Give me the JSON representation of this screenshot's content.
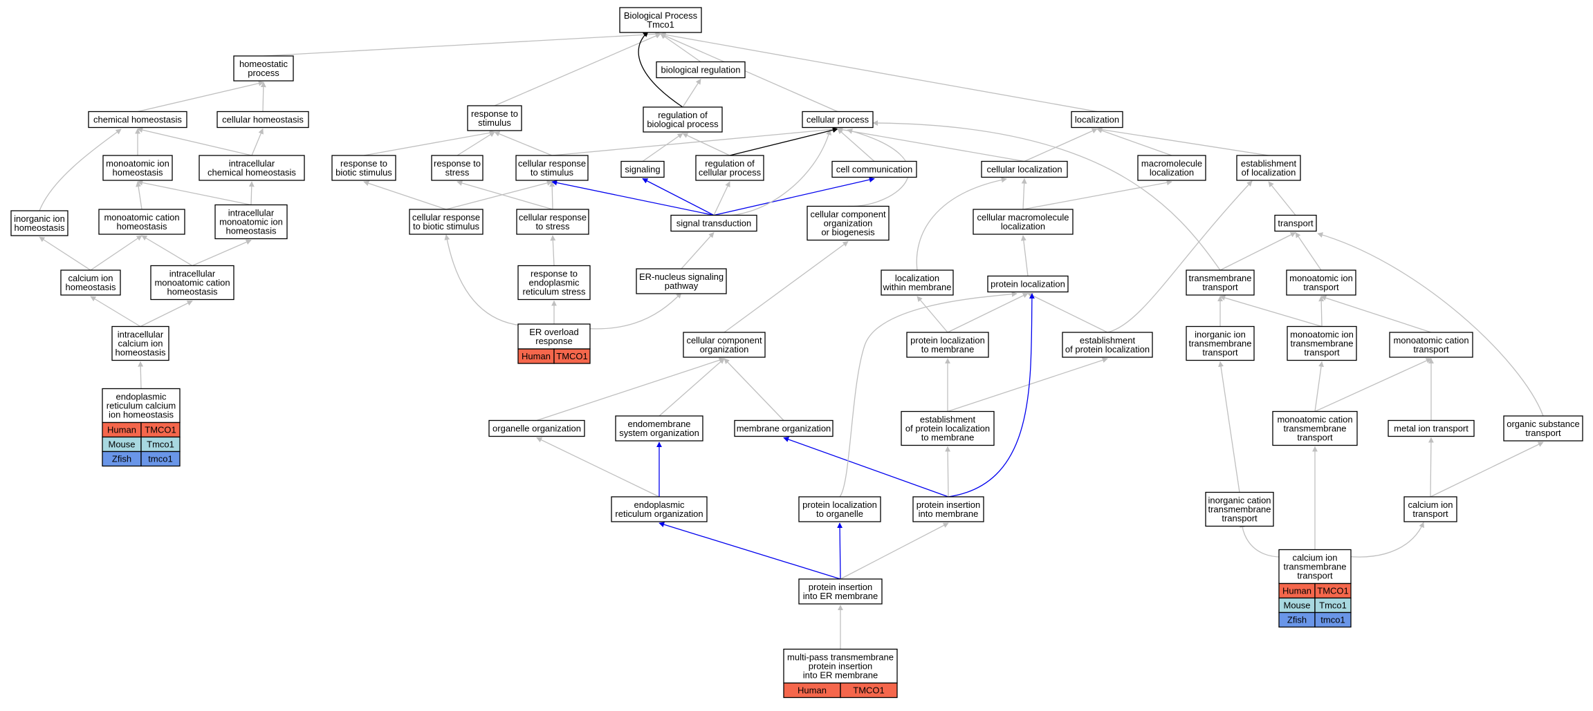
{
  "colors": {
    "edge_default": "#bfbfbf",
    "edge_black": "#000000",
    "edge_blue": "#0000ee",
    "human": "#f5674c",
    "mouse": "#a8d8e0",
    "zfish": "#6a96e8"
  },
  "nodes": {
    "bp": [
      "Biological Process",
      "Tmco1"
    ],
    "homeo": [
      "homeostatic",
      "process"
    ],
    "bioreg": [
      "biological regulation"
    ],
    "resp_stim": [
      "response to",
      "stimulus"
    ],
    "reg_bio": [
      "regulation of",
      "biological process"
    ],
    "cell_proc": [
      "cellular process"
    ],
    "localization": [
      "localization"
    ],
    "chem_homeo": [
      "chemical homeostasis"
    ],
    "cell_homeo": [
      "cellular homeostasis"
    ],
    "mono_ion_homeo": [
      "monoatomic ion",
      "homeostasis"
    ],
    "intra_chem_homeo": [
      "intracellular",
      "chemical homeostasis"
    ],
    "resp_biotic": [
      "response to",
      "biotic stimulus"
    ],
    "resp_stress": [
      "response to",
      "stress"
    ],
    "cell_resp_stim": [
      "cellular response",
      "to stimulus"
    ],
    "signaling": [
      "signaling"
    ],
    "reg_cell_proc": [
      "regulation of",
      "cellular process"
    ],
    "cell_comm": [
      "cell communication"
    ],
    "cell_loc": [
      "cellular localization"
    ],
    "macro_loc": [
      "macromolecule",
      "localization"
    ],
    "estab_loc": [
      "establishment",
      "of localization"
    ],
    "inorg_ion_homeo": [
      "inorganic ion",
      "homeostasis"
    ],
    "mono_cat_homeo": [
      "monoatomic cation",
      "homeostasis"
    ],
    "intra_mono_ion_homeo": [
      "intracellular",
      "monoatomic ion",
      "homeostasis"
    ],
    "cell_resp_biotic": [
      "cellular response",
      "to biotic stimulus"
    ],
    "cell_resp_stress": [
      "cellular response",
      "to stress"
    ],
    "sig_trans": [
      "signal transduction"
    ],
    "ccob": [
      "cellular component",
      "organization",
      "or biogenesis"
    ],
    "cell_macro_loc": [
      "cellular macromolecule",
      "localization"
    ],
    "transport": [
      "transport"
    ],
    "ca_ion_homeo": [
      "calcium ion",
      "homeostasis"
    ],
    "intra_mono_cat_homeo": [
      "intracellular",
      "monoatomic cation",
      "homeostasis"
    ],
    "resp_er_stress": [
      "response to",
      "endoplasmic",
      "reticulum stress"
    ],
    "er_nuc": [
      "ER-nucleus signaling",
      "pathway"
    ],
    "loc_within_mem": [
      "localization",
      "within membrane"
    ],
    "prot_loc": [
      "protein localization"
    ],
    "tm_transport": [
      "transmembrane",
      "transport"
    ],
    "mono_ion_transport": [
      "monoatomic ion",
      "transport"
    ],
    "intra_ca_homeo": [
      "intracellular",
      "calcium ion",
      "homeostasis"
    ],
    "cco": [
      "cellular component",
      "organization"
    ],
    "prot_loc_mem": [
      "protein localization",
      "to membrane"
    ],
    "estab_prot_loc": [
      "establishment",
      "of protein localization"
    ],
    "inorg_ion_tm": [
      "inorganic ion",
      "transmembrane",
      "transport"
    ],
    "mono_ion_tm": [
      "monoatomic ion",
      "transmembrane",
      "transport"
    ],
    "mono_cat_transport": [
      "monoatomic cation",
      "transport"
    ],
    "organelle_org": [
      "organelle organization"
    ],
    "endomem_org": [
      "endomembrane",
      "system organization"
    ],
    "mem_org": [
      "membrane organization"
    ],
    "estab_prot_loc_mem": [
      "establishment",
      "of protein localization",
      "to membrane"
    ],
    "mono_cat_tm": [
      "monoatomic cation",
      "transmembrane",
      "transport"
    ],
    "metal_ion_transport": [
      "metal ion transport"
    ],
    "org_sub_transport": [
      "organic substance",
      "transport"
    ],
    "er_org": [
      "endoplasmic",
      "reticulum organization"
    ],
    "prot_loc_organelle": [
      "protein localization",
      "to organelle"
    ],
    "prot_ins_mem": [
      "protein insertion",
      "into membrane"
    ],
    "inorg_cat_tm": [
      "inorganic cation",
      "transmembrane",
      "transport"
    ],
    "ca_ion_transport": [
      "calcium ion",
      "transport"
    ],
    "prot_ins_er": [
      "protein insertion",
      "into ER membrane"
    ],
    "er_ca_homeo": [
      "endoplasmic",
      "reticulum calcium",
      "ion homeostasis"
    ],
    "er_overload": [
      "ER overload",
      "response"
    ],
    "ca_ion_tm": [
      "calcium ion",
      "transmembrane",
      "transport"
    ],
    "multipass": [
      "multi-pass transmembrane",
      "protein insertion",
      "into ER membrane"
    ]
  },
  "annotations": {
    "er_ca_homeo": [
      {
        "species": "Human",
        "gene": "TMCO1",
        "color": "human"
      },
      {
        "species": "Mouse",
        "gene": "Tmco1",
        "color": "mouse"
      },
      {
        "species": "Zfish",
        "gene": "tmco1",
        "color": "zfish"
      }
    ],
    "er_overload": [
      {
        "species": "Human",
        "gene": "TMCO1",
        "color": "human"
      }
    ],
    "ca_ion_tm": [
      {
        "species": "Human",
        "gene": "TMCO1",
        "color": "human"
      },
      {
        "species": "Mouse",
        "gene": "Tmco1",
        "color": "mouse"
      },
      {
        "species": "Zfish",
        "gene": "tmco1",
        "color": "zfish"
      }
    ],
    "multipass": [
      {
        "species": "Human",
        "gene": "TMCO1",
        "color": "human"
      }
    ]
  },
  "edges": [
    {
      "from": "homeo",
      "to": "bp",
      "color": "edge_default"
    },
    {
      "from": "resp_stim",
      "to": "bp",
      "color": "edge_default"
    },
    {
      "from": "bioreg",
      "to": "bp",
      "color": "edge_default"
    },
    {
      "from": "reg_bio",
      "to": "bp",
      "color": "edge_black"
    },
    {
      "from": "cell_proc",
      "to": "bp",
      "color": "edge_default"
    },
    {
      "from": "localization",
      "to": "bp",
      "color": "edge_default"
    },
    {
      "from": "reg_bio",
      "to": "bioreg",
      "color": "edge_default"
    },
    {
      "from": "chem_homeo",
      "to": "homeo",
      "color": "edge_default"
    },
    {
      "from": "cell_homeo",
      "to": "homeo",
      "color": "edge_default"
    },
    {
      "from": "mono_ion_homeo",
      "to": "chem_homeo",
      "color": "edge_default"
    },
    {
      "from": "intra_chem_homeo",
      "to": "chem_homeo",
      "color": "edge_default"
    },
    {
      "from": "inorg_ion_homeo",
      "to": "chem_homeo",
      "color": "edge_default"
    },
    {
      "from": "intra_chem_homeo",
      "to": "cell_homeo",
      "color": "edge_default"
    },
    {
      "from": "mono_cat_homeo",
      "to": "mono_ion_homeo",
      "color": "edge_default"
    },
    {
      "from": "intra_mono_ion_homeo",
      "to": "mono_ion_homeo",
      "color": "edge_default"
    },
    {
      "from": "intra_mono_ion_homeo",
      "to": "intra_chem_homeo",
      "color": "edge_default"
    },
    {
      "from": "ca_ion_homeo",
      "to": "inorg_ion_homeo",
      "color": "edge_default"
    },
    {
      "from": "ca_ion_homeo",
      "to": "mono_cat_homeo",
      "color": "edge_default"
    },
    {
      "from": "intra_mono_cat_homeo",
      "to": "mono_cat_homeo",
      "color": "edge_default"
    },
    {
      "from": "intra_mono_cat_homeo",
      "to": "intra_mono_ion_homeo",
      "color": "edge_default"
    },
    {
      "from": "intra_ca_homeo",
      "to": "ca_ion_homeo",
      "color": "edge_default"
    },
    {
      "from": "intra_ca_homeo",
      "to": "intra_mono_cat_homeo",
      "color": "edge_default"
    },
    {
      "from": "er_ca_homeo",
      "to": "intra_ca_homeo",
      "color": "edge_default"
    },
    {
      "from": "resp_biotic",
      "to": "resp_stim",
      "color": "edge_default"
    },
    {
      "from": "resp_stress",
      "to": "resp_stim",
      "color": "edge_default"
    },
    {
      "from": "cell_resp_stim",
      "to": "resp_stim",
      "color": "edge_default"
    },
    {
      "from": "cell_resp_stim",
      "to": "cell_proc",
      "color": "edge_default"
    },
    {
      "from": "cell_resp_biotic",
      "to": "resp_biotic",
      "color": "edge_default"
    },
    {
      "from": "cell_resp_biotic",
      "to": "cell_resp_stim",
      "color": "edge_default"
    },
    {
      "from": "cell_resp_stress",
      "to": "resp_stress",
      "color": "edge_default"
    },
    {
      "from": "cell_resp_stress",
      "to": "cell_resp_stim",
      "color": "edge_default"
    },
    {
      "from": "resp_er_stress",
      "to": "cell_resp_stress",
      "color": "edge_default"
    },
    {
      "from": "er_overload",
      "to": "resp_er_stress",
      "color": "edge_default"
    },
    {
      "from": "er_overload",
      "to": "cell_resp_biotic",
      "color": "edge_default"
    },
    {
      "from": "er_overload",
      "to": "er_nuc",
      "color": "edge_default"
    },
    {
      "from": "er_nuc",
      "to": "sig_trans",
      "color": "edge_default"
    },
    {
      "from": "sig_trans",
      "to": "cell_resp_stim",
      "color": "edge_blue"
    },
    {
      "from": "sig_trans",
      "to": "signaling",
      "color": "edge_blue"
    },
    {
      "from": "sig_trans",
      "to": "cell_comm",
      "color": "edge_blue"
    },
    {
      "from": "sig_trans",
      "to": "reg_cell_proc",
      "color": "edge_default"
    },
    {
      "from": "sig_trans",
      "to": "cell_proc",
      "color": "edge_default"
    },
    {
      "from": "signaling",
      "to": "reg_bio",
      "color": "edge_default"
    },
    {
      "from": "reg_cell_proc",
      "to": "reg_bio",
      "color": "edge_default"
    },
    {
      "from": "reg_cell_proc",
      "to": "cell_proc",
      "color": "edge_black"
    },
    {
      "from": "cell_comm",
      "to": "cell_proc",
      "color": "edge_default"
    },
    {
      "from": "cell_loc",
      "to": "cell_proc",
      "color": "edge_default"
    },
    {
      "from": "cell_loc",
      "to": "localization",
      "color": "edge_default"
    },
    {
      "from": "macro_loc",
      "to": "localization",
      "color": "edge_default"
    },
    {
      "from": "estab_loc",
      "to": "localization",
      "color": "edge_default"
    },
    {
      "from": "ccob",
      "to": "cell_proc",
      "color": "edge_default"
    },
    {
      "from": "cell_macro_loc",
      "to": "cell_loc",
      "color": "edge_default"
    },
    {
      "from": "cell_macro_loc",
      "to": "macro_loc",
      "color": "edge_default"
    },
    {
      "from": "transport",
      "to": "estab_loc",
      "color": "edge_default"
    },
    {
      "from": "loc_within_mem",
      "to": "cell_loc",
      "color": "edge_default"
    },
    {
      "from": "prot_loc",
      "to": "cell_macro_loc",
      "color": "edge_default"
    },
    {
      "from": "tm_transport",
      "to": "transport",
      "color": "edge_default"
    },
    {
      "from": "tm_transport",
      "to": "cell_proc",
      "color": "edge_default"
    },
    {
      "from": "mono_ion_transport",
      "to": "transport",
      "color": "edge_default"
    },
    {
      "from": "org_sub_transport",
      "to": "transport",
      "color": "edge_default"
    },
    {
      "from": "cco",
      "to": "ccob",
      "color": "edge_default"
    },
    {
      "from": "prot_loc_mem",
      "to": "prot_loc",
      "color": "edge_default"
    },
    {
      "from": "prot_loc_mem",
      "to": "loc_within_mem",
      "color": "edge_default"
    },
    {
      "from": "estab_prot_loc",
      "to": "prot_loc",
      "color": "edge_default"
    },
    {
      "from": "estab_prot_loc",
      "to": "estab_loc",
      "color": "edge_default"
    },
    {
      "from": "inorg_ion_tm",
      "to": "tm_transport",
      "color": "edge_default"
    },
    {
      "from": "mono_ion_tm",
      "to": "tm_transport",
      "color": "edge_default"
    },
    {
      "from": "mono_ion_tm",
      "to": "mono_ion_transport",
      "color": "edge_default"
    },
    {
      "from": "mono_cat_transport",
      "to": "mono_ion_transport",
      "color": "edge_default"
    },
    {
      "from": "organelle_org",
      "to": "cco",
      "color": "edge_default"
    },
    {
      "from": "endomem_org",
      "to": "cco",
      "color": "edge_default"
    },
    {
      "from": "mem_org",
      "to": "cco",
      "color": "edge_default"
    },
    {
      "from": "estab_prot_loc_mem",
      "to": "prot_loc_mem",
      "color": "edge_default"
    },
    {
      "from": "estab_prot_loc_mem",
      "to": "estab_prot_loc",
      "color": "edge_default"
    },
    {
      "from": "mono_cat_tm",
      "to": "mono_ion_tm",
      "color": "edge_default"
    },
    {
      "from": "mono_cat_tm",
      "to": "mono_cat_transport",
      "color": "edge_default"
    },
    {
      "from": "metal_ion_transport",
      "to": "mono_cat_transport",
      "color": "edge_default"
    },
    {
      "from": "er_org",
      "to": "organelle_org",
      "color": "edge_default"
    },
    {
      "from": "er_org",
      "to": "endomem_org",
      "color": "edge_blue"
    },
    {
      "from": "prot_ins_mem",
      "to": "mem_org",
      "color": "edge_blue"
    },
    {
      "from": "prot_ins_mem",
      "to": "estab_prot_loc_mem",
      "color": "edge_default"
    },
    {
      "from": "prot_ins_mem",
      "to": "prot_loc",
      "color": "edge_blue"
    },
    {
      "from": "prot_loc_organelle",
      "to": "prot_loc",
      "color": "edge_default"
    },
    {
      "from": "prot_ins_er",
      "to": "er_org",
      "color": "edge_blue"
    },
    {
      "from": "prot_ins_er",
      "to": "prot_loc_organelle",
      "color": "edge_blue"
    },
    {
      "from": "prot_ins_er",
      "to": "prot_ins_mem",
      "color": "edge_default"
    },
    {
      "from": "multipass",
      "to": "prot_ins_er",
      "color": "edge_default"
    },
    {
      "from": "inorg_cat_tm",
      "to": "inorg_ion_tm",
      "color": "edge_default"
    },
    {
      "from": "ca_ion_transport",
      "to": "metal_ion_transport",
      "color": "edge_default"
    },
    {
      "from": "ca_ion_transport",
      "to": "org_sub_transport",
      "color": "edge_default"
    },
    {
      "from": "ca_ion_tm",
      "to": "inorg_cat_tm",
      "color": "edge_default"
    },
    {
      "from": "ca_ion_tm",
      "to": "mono_cat_tm",
      "color": "edge_default"
    },
    {
      "from": "ca_ion_tm",
      "to": "ca_ion_transport",
      "color": "edge_default"
    }
  ]
}
